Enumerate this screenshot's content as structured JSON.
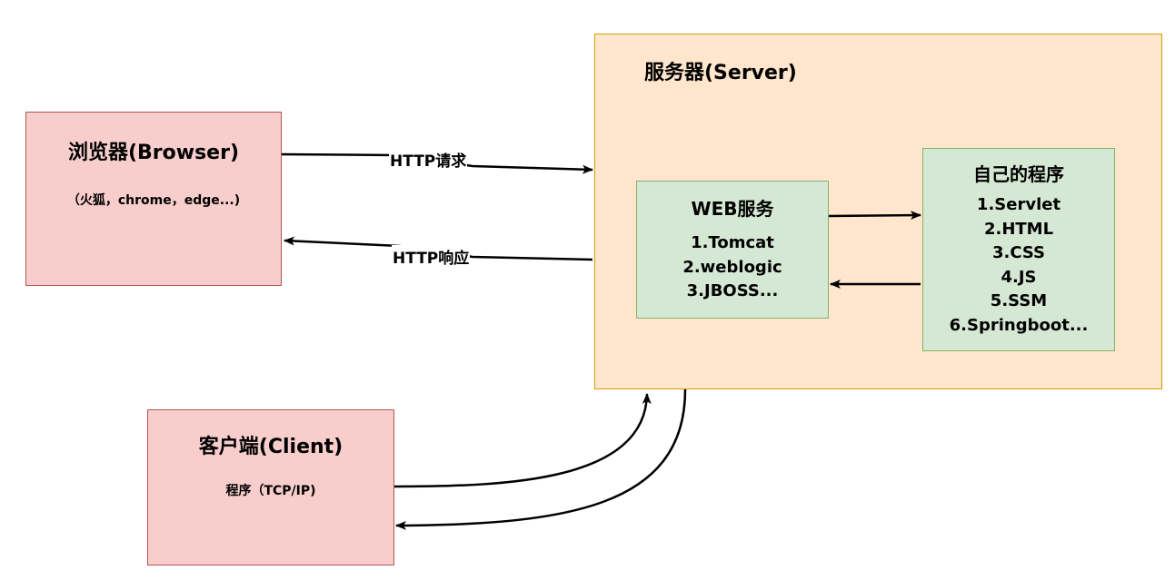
{
  "server": {
    "title": "服务器(Server)",
    "web": {
      "title": "WEB服务",
      "items": [
        "1.Tomcat",
        "2.weblogic",
        "3.JBOSS..."
      ]
    },
    "app": {
      "title": "自己的程序",
      "items": [
        "1.Servlet",
        "2.HTML",
        "3.CSS",
        "4.JS",
        "5.SSM",
        "6.Springboot..."
      ]
    }
  },
  "browser": {
    "title": "浏览器(Browser)",
    "subtitle": "（火狐，chrome，edge...)"
  },
  "client": {
    "title": "客户端(Client)",
    "subtitle": "程序（TCP/IP)"
  },
  "edges": {
    "request": "HTTP请求",
    "response": "HTTP响应"
  },
  "colors": {
    "pink_fill": "#f8cecc",
    "pink_stroke": "#b85450",
    "orange_fill": "#ffe6cc",
    "orange_stroke": "#d79b00",
    "green_fill": "#d5e8d4",
    "green_stroke": "#82b366",
    "arrow": "#000000"
  }
}
